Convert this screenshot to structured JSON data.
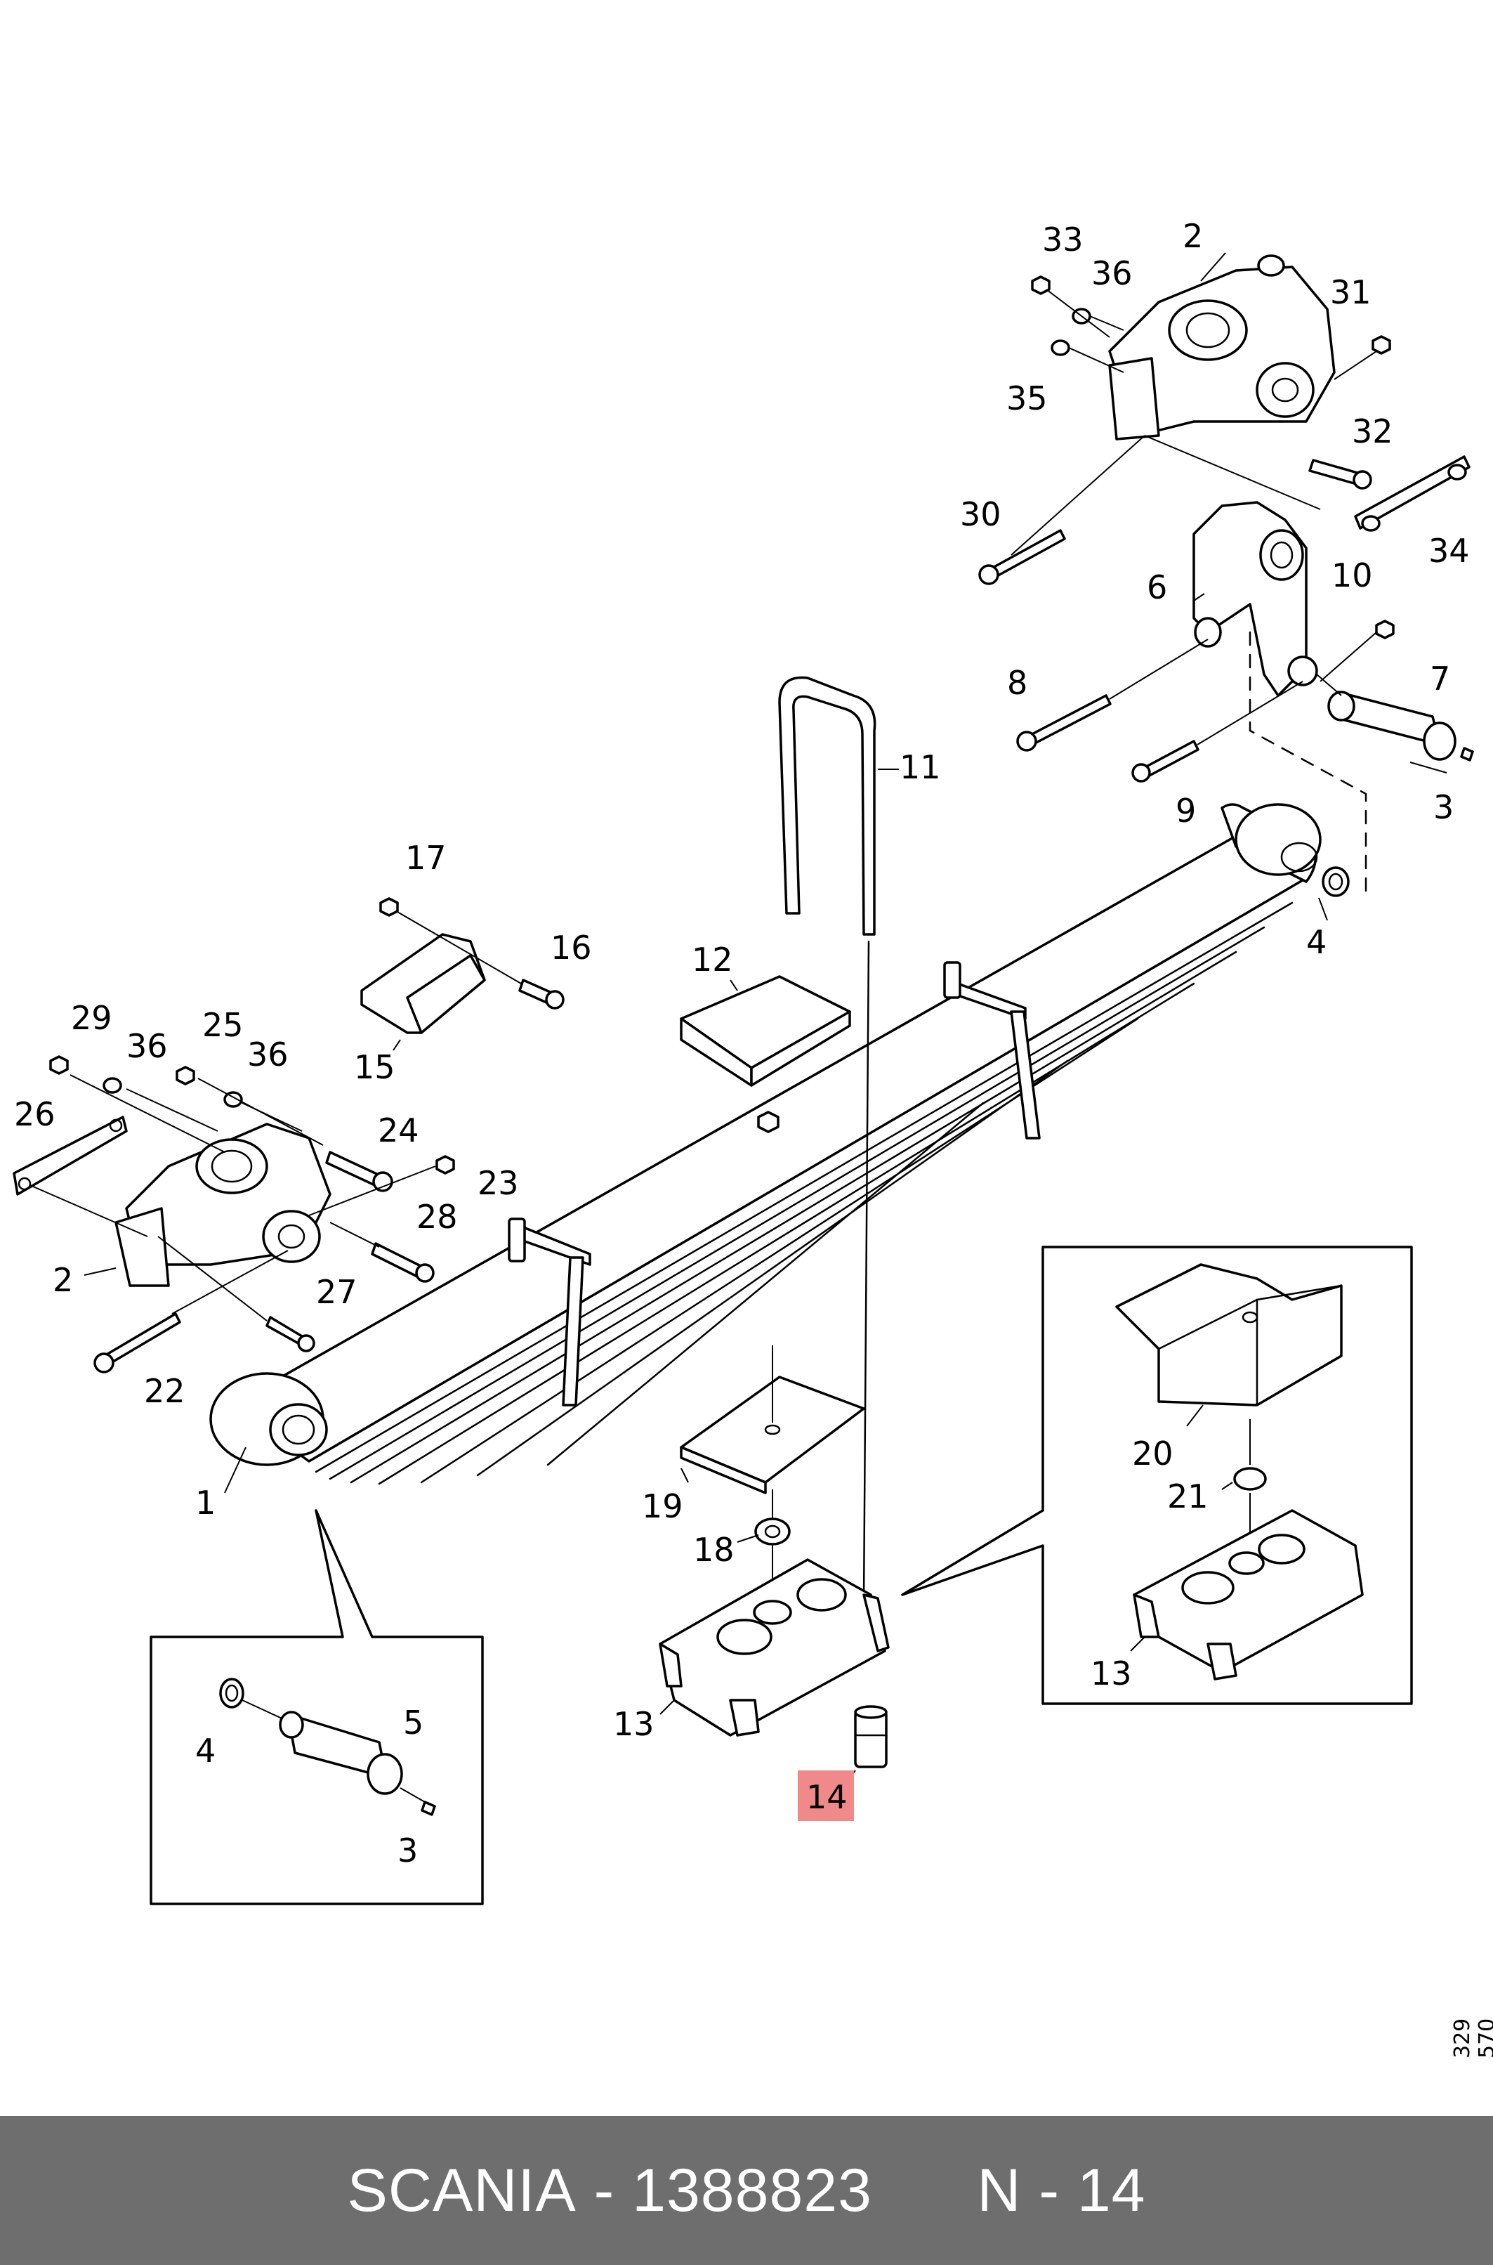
{
  "footer": {
    "brand": "SCANIA",
    "separator": " - ",
    "part_number": "1388823",
    "position_label": "N - 14"
  },
  "reference_code": "329 570",
  "highlighted_callout": "14",
  "callouts": {
    "c1": "1",
    "c2a": "2",
    "c2b": "2",
    "c3a": "3",
    "c3b": "3",
    "c4a": "4",
    "c4b": "4",
    "c5": "5",
    "c6": "6",
    "c7": "7",
    "c8": "8",
    "c9": "9",
    "c10": "10",
    "c11": "11",
    "c12": "12",
    "c13a": "13",
    "c13b": "13",
    "c14": "14",
    "c15": "15",
    "c16": "16",
    "c17": "17",
    "c18": "18",
    "c19": "19",
    "c20": "20",
    "c21": "21",
    "c22": "22",
    "c23": "23",
    "c24": "24",
    "c25": "25",
    "c26": "26",
    "c27": "27",
    "c28": "28",
    "c29": "29",
    "c30": "30",
    "c31": "31",
    "c32": "32",
    "c33": "33",
    "c34": "34",
    "c35": "35",
    "c36a": "36",
    "c36b": "36",
    "c36c": "36"
  },
  "colors": {
    "highlight": "#f08a8a",
    "footer_bg": "#6e6e6e",
    "footer_text": "#ffffff"
  }
}
